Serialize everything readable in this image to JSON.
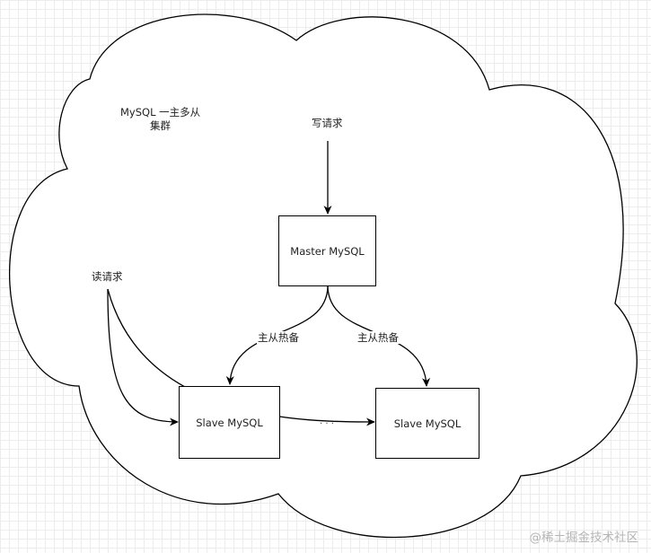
{
  "cluster": {
    "title_line1": "MySQL 一主多从",
    "title_line2": "集群"
  },
  "requests": {
    "write": "写请求",
    "read": "读请求"
  },
  "nodes": {
    "master": "Master MySQL",
    "slave1": "Slave MySQL",
    "slave2": "Slave MySQL",
    "ellipsis": "· · ·"
  },
  "edges": {
    "hot_standby_left": "主从热备",
    "hot_standby_right": "主从热备"
  },
  "watermark": "@稀土掘金技术社区"
}
